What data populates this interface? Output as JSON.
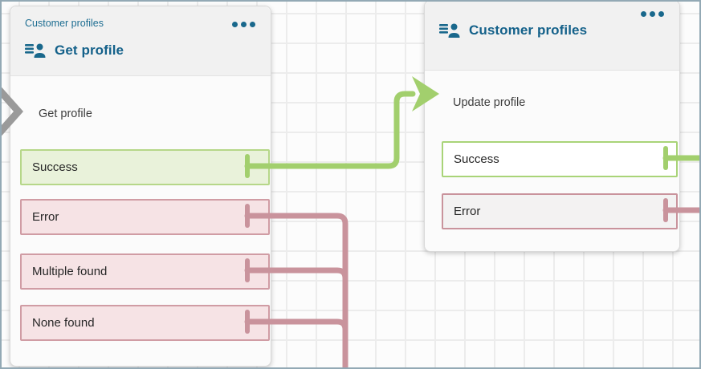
{
  "canvas": {
    "type": "flow-designer-grid",
    "grid_color": "#ececec",
    "frame_border_color": "#93a9b5"
  },
  "colors": {
    "header_text_blue": "#14618a",
    "icon_blue": "#19688c",
    "success_green": "#a2cf6d",
    "success_fill": "#e9f2da",
    "error_pink": "#c9939c",
    "error_fill": "#f6e3e5",
    "input_port_gray": "#9a9a9a"
  },
  "icons": {
    "menu": "ellipsis-horizontal-icon",
    "block": "customer-profiles-list-person-icon",
    "input_port": "chevron-right-icon",
    "flow_arrow": "arrowhead-right-icon"
  },
  "nodes": [
    {
      "id": "get-profile",
      "subtitle": "Customer profiles",
      "title": "Get profile",
      "action": "Get profile",
      "outputs": [
        {
          "label": "Success",
          "kind": "success",
          "connected": true
        },
        {
          "label": "Error",
          "kind": "error",
          "connected": true
        },
        {
          "label": "Multiple found",
          "kind": "error",
          "connected": true
        },
        {
          "label": "None found",
          "kind": "error",
          "connected": true
        }
      ]
    },
    {
      "id": "update-profile",
      "title": "Customer profiles",
      "action": "Update profile",
      "outputs": [
        {
          "label": "Success",
          "kind": "success",
          "connected": true
        },
        {
          "label": "Error",
          "kind": "error",
          "connected": true
        }
      ]
    }
  ],
  "connections": [
    {
      "from": "Get profile / Success",
      "to": "Update profile (input)",
      "color": "#a2cf6d"
    },
    {
      "from": "Get profile / Error",
      "to": "offscreen-bottom",
      "color": "#c9939c"
    },
    {
      "from": "Get profile / Multiple found",
      "to": "offscreen-bottom",
      "color": "#c9939c"
    },
    {
      "from": "Get profile / None found",
      "to": "offscreen-bottom",
      "color": "#c9939c"
    },
    {
      "from": "Customer profiles / Success",
      "to": "offscreen-right",
      "color": "#a2cf6d"
    },
    {
      "from": "Customer profiles / Error",
      "to": "offscreen-right",
      "color": "#c9939c"
    }
  ]
}
